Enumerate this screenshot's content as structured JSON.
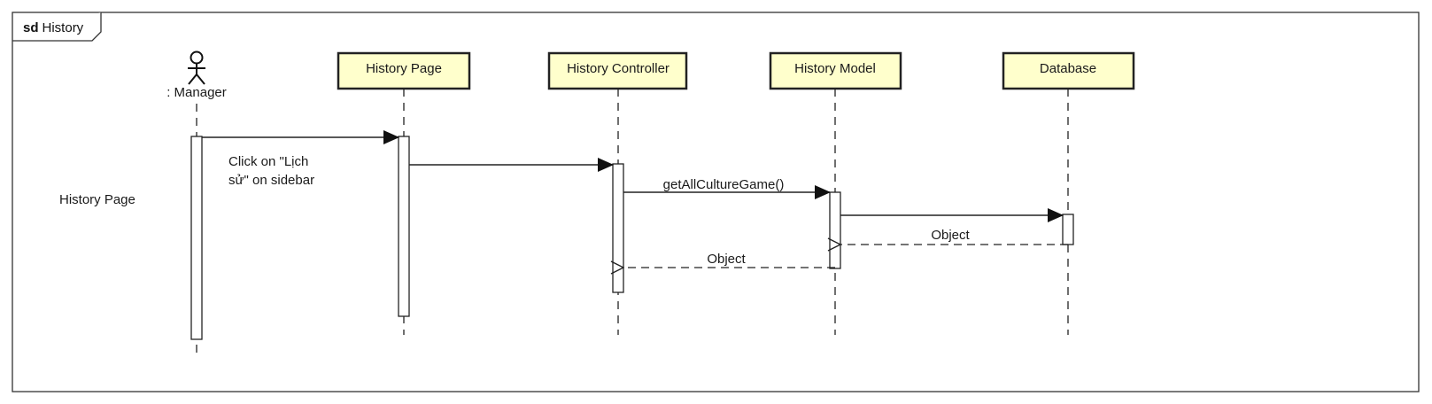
{
  "frame": {
    "keyword": "sd",
    "name": "History"
  },
  "side_note": "History Page",
  "actor": {
    "label": ": Manager"
  },
  "lifelines": {
    "history_page": "History Page",
    "history_controller": "History Controller",
    "history_model": "History Model",
    "database": "Database"
  },
  "messages": {
    "m1_line1": "Click on \"Lịch",
    "m1_line2": "sử\" on sidebar",
    "m3": "getAllCultureGame()",
    "r1": "Object",
    "r2": "Object"
  },
  "colors": {
    "lifeline_box_fill": "#ffffcc",
    "stroke": "#222222"
  }
}
